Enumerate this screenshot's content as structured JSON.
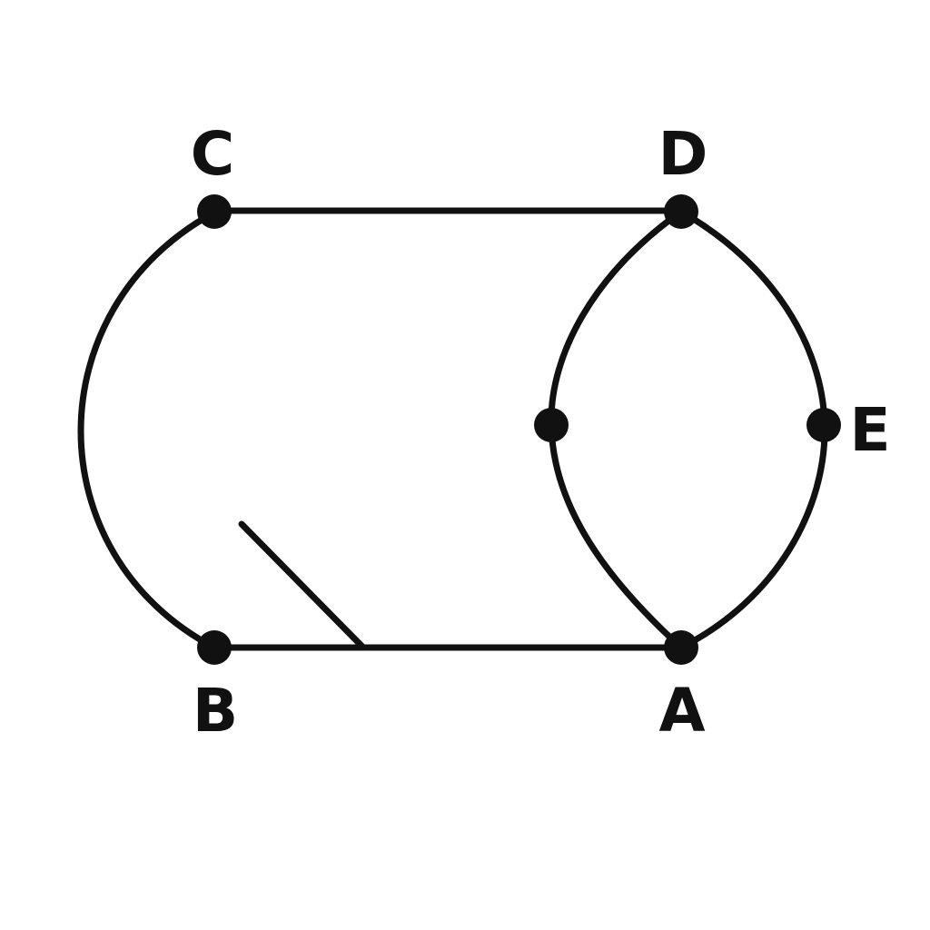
{
  "diagram": {
    "labels": {
      "a": "A",
      "b": "B",
      "c": "C",
      "d": "D",
      "e": "E"
    },
    "colors": {
      "stroke": "#111111",
      "background": "#ffffff"
    }
  }
}
